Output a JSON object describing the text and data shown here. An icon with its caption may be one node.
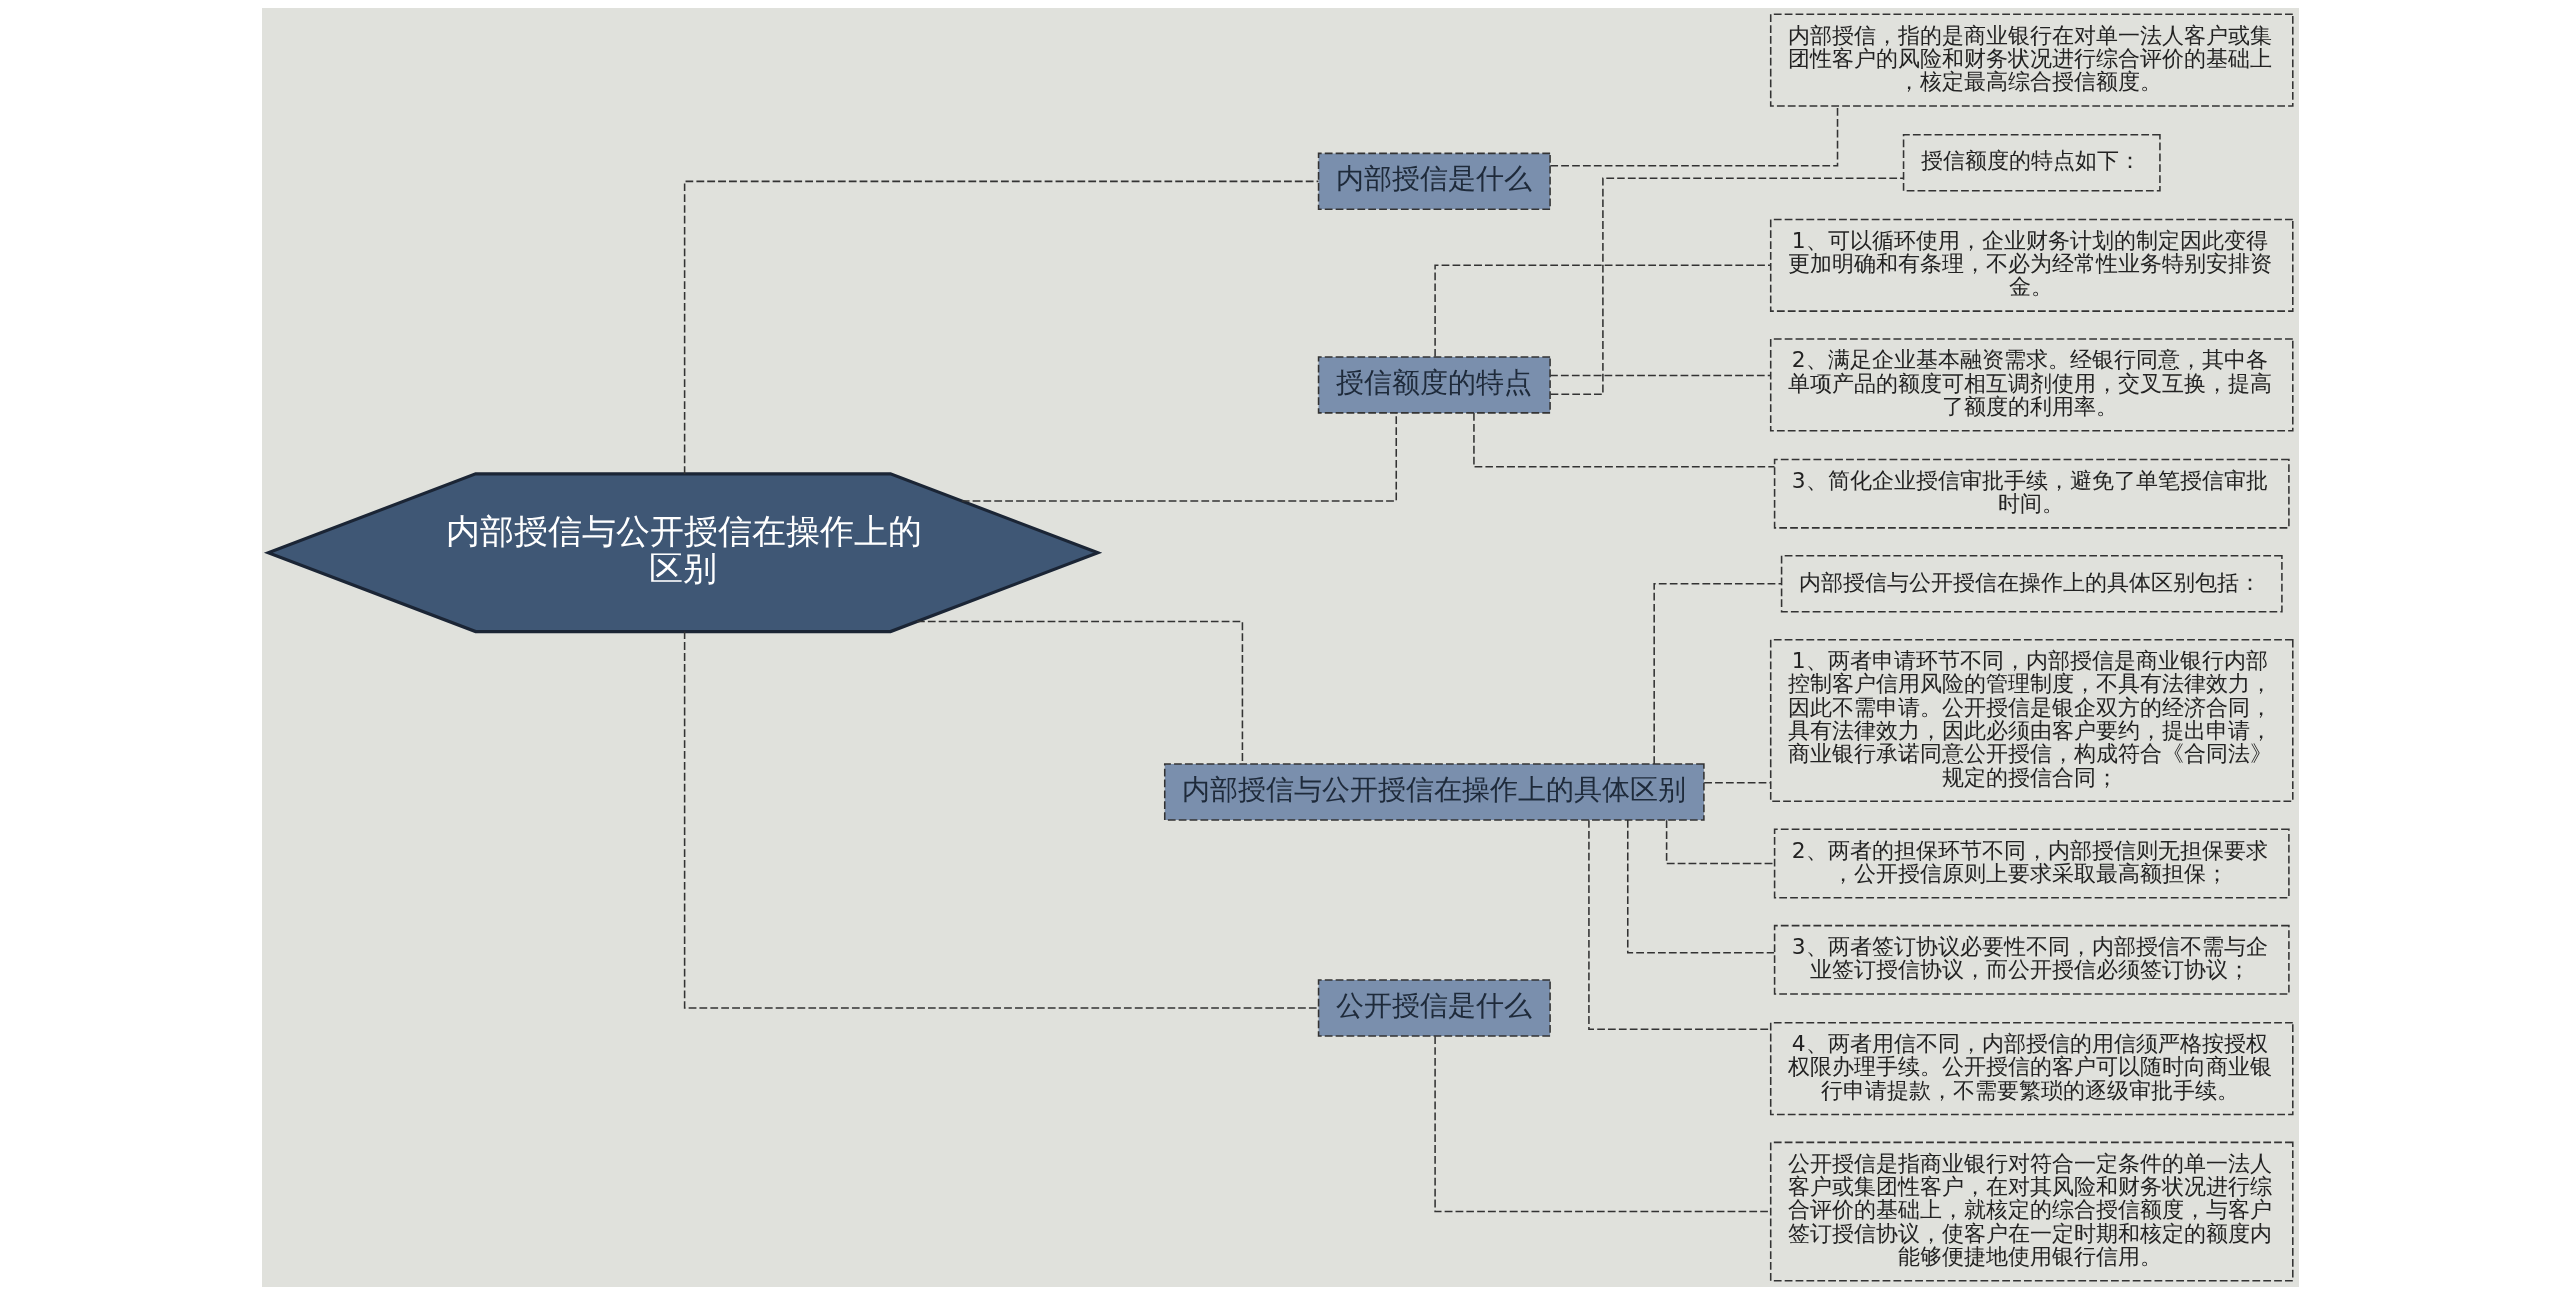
{
  "diagram": {
    "nodes": [
      {
        "text": [
          "内部授信与公开授信在操作上的区别"
        ]
      },
      {
        "text": [
          "内部授信是什么"
        ]
      },
      {
        "text": [
          "内部授信，指的是商业银行在对单一法人客户或集团性客户的风险和财务状况进行综合评价的基础上，核定最高综合授信额度。"
        ]
      },
      {
        "text": [
          "授信额度的特点"
        ]
      },
      {
        "text": [
          "授信额度的特点如下："
        ]
      },
      {
        "text": [
          "1、可以循环使用，企业财务计划的制定因此变得更加明确和有条理，不必为经常性业务特别安排资金。"
        ]
      },
      {
        "text": [
          "2、满足企业基本融资需求。经银行同意，其中各单项产品的额度可相互调剂使用，交叉互换，提高了额度的利用率。"
        ]
      },
      {
        "text": [
          "3、简化企业授信审批手续，避免了单笔授信审批时间。"
        ]
      },
      {
        "text": [
          "内部授信与公开授信在操作上的具体区别"
        ]
      },
      {
        "text": [
          "内部授信与公开授信在操作上的具体区别包括："
        ]
      },
      {
        "text": [
          "1、两者申请环节不同，内部授信是商业银行内部控制客户信用风险的管理制度，不具有法律效力，因此不需申请。公开授信是银企双方的经济合同，具有法律效力，因此必须由客户要约，提出申请，商业银行承诺同意公开授信，构成符合《合同法》规定的授信合同；"
        ]
      },
      {
        "text": [
          "2、两者的担保环节不同，内部授信则无担保要求，公开授信原则上要求采取最高额担保；"
        ]
      },
      {
        "text": [
          "3、两者签订协议必要性不同，内部授信不需与企业签订授信协议，而公开授信必须签订协议；"
        ]
      },
      {
        "text": [
          "4、两者用信不同，内部授信的用信须严格按授权权限办理手续。公开授信的客户可以随时向商业银行申请提款，不需要繁琐的逐级审批手续。"
        ]
      },
      {
        "text": [
          "公开授信是什么"
        ]
      },
      {
        "text": [
          "公开授信是指商业银行对符合一定条件的单一法人客户或集团性客户，在对其风险和财务状况进行综合评价的基础上，就核定的综合授信额度，与客户签订授信协议，使客户在一定时期和核定的额度内能够便捷地使用银行信用。"
        ]
      }
    ],
    "edges": [
      {
        "from": 0,
        "to": 1,
        "arrow": "none",
        "style": "dashed"
      },
      {
        "from": 1,
        "to": 2,
        "arrow": "none",
        "style": "dashed"
      },
      {
        "from": 0,
        "to": 3,
        "arrow": "none",
        "style": "dashed"
      },
      {
        "from": 3,
        "to": 4,
        "arrow": "none",
        "style": "dashed"
      },
      {
        "from": 3,
        "to": 5,
        "arrow": "none",
        "style": "dashed"
      },
      {
        "from": 3,
        "to": 6,
        "arrow": "none",
        "style": "dashed"
      },
      {
        "from": 3,
        "to": 7,
        "arrow": "none",
        "style": "dashed"
      },
      {
        "from": 0,
        "to": 8,
        "arrow": "none",
        "style": "dashed"
      },
      {
        "from": 8,
        "to": 9,
        "arrow": "none",
        "style": "dashed"
      },
      {
        "from": 8,
        "to": 10,
        "arrow": "none",
        "style": "dashed"
      },
      {
        "from": 8,
        "to": 11,
        "arrow": "none",
        "style": "dashed"
      },
      {
        "from": 8,
        "to": 12,
        "arrow": "none",
        "style": "dashed"
      },
      {
        "from": 8,
        "to": 13,
        "arrow": "none",
        "style": "dashed"
      },
      {
        "from": 0,
        "to": 14,
        "arrow": "none",
        "style": "dashed"
      },
      {
        "from": 14,
        "to": 15,
        "arrow": "none",
        "style": "dashed"
      }
    ]
  }
}
